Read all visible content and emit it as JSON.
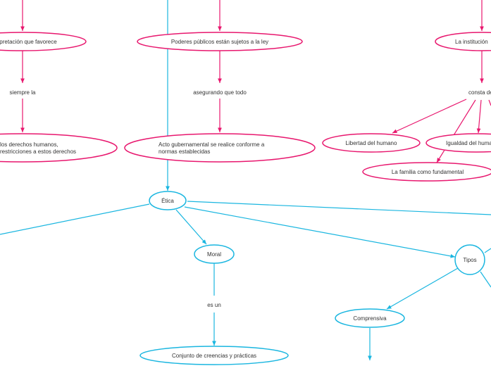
{
  "colors": {
    "pink": "#e8176e",
    "blue": "#1ab6e0",
    "text": "#333333"
  },
  "nodes": {
    "interpretacion": {
      "lines": [
        "Interpretación que favorece"
      ]
    },
    "poderes": {
      "lines": [
        "Poderes públicos están sujetos a la ley"
      ]
    },
    "institucion": {
      "lines": [
        "La institución"
      ]
    },
    "siempre_la": {
      "lines": [
        "siempre la"
      ]
    },
    "asegurando": {
      "lines": [
        "asegurando que todo"
      ]
    },
    "consta_de": {
      "lines": [
        "consta de"
      ]
    },
    "derechos": {
      "lines": [
        "los derechos humanos,",
        "restricciones a estos derechos"
      ]
    },
    "acto": {
      "lines": [
        "Acto gubernamental se realice conforme a",
        "normas establecidas"
      ]
    },
    "libertad": {
      "lines": [
        "Libertad del humano"
      ]
    },
    "igualdad": {
      "lines": [
        "Igualdad del humano"
      ]
    },
    "familia": {
      "lines": [
        "La familia como fundamental"
      ]
    },
    "etica": {
      "lines": [
        "Ética"
      ]
    },
    "moral": {
      "lines": [
        "Moral"
      ]
    },
    "es_un": {
      "lines": [
        "es un"
      ]
    },
    "conjunto": {
      "lines": [
        "Conjunto de creencias y prácticas"
      ]
    },
    "tipos": {
      "lines": [
        "Tipos"
      ]
    },
    "comprensiva": {
      "lines": [
        "Comprensiva"
      ]
    }
  }
}
